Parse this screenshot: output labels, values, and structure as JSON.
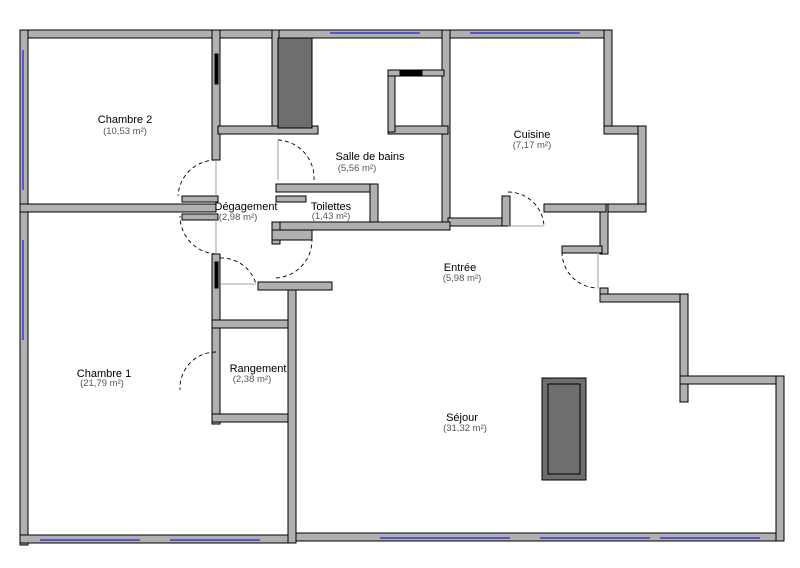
{
  "plan": {
    "colors": {
      "wall_fill": "#b0b0b0",
      "wall_stroke": "#000000",
      "window": "#3a3ad6",
      "dark_block": "#6e6e6e",
      "background": "#ffffff"
    },
    "rooms": [
      {
        "id": "chambre2",
        "name": "Chambre 2",
        "area": "(10,53 m²)"
      },
      {
        "id": "sdb",
        "name": "Salle de bains",
        "area": "(5,56 m²)"
      },
      {
        "id": "cuisine",
        "name": "Cuisine",
        "area": "(7,17 m²)"
      },
      {
        "id": "degagement",
        "name": "Dégagement",
        "area": "(2,98 m²)"
      },
      {
        "id": "toilettes",
        "name": "Toilettes",
        "area": "(1,43 m²)"
      },
      {
        "id": "entree",
        "name": "Entrée",
        "area": "(5,98 m²)"
      },
      {
        "id": "chambre1",
        "name": "Chambre 1",
        "area": "(21,79 m²)"
      },
      {
        "id": "rangement",
        "name": "Rangement",
        "area": "(2,38 m²)"
      },
      {
        "id": "sejour",
        "name": "Séjour",
        "area": "(31,32 m²)"
      }
    ]
  }
}
